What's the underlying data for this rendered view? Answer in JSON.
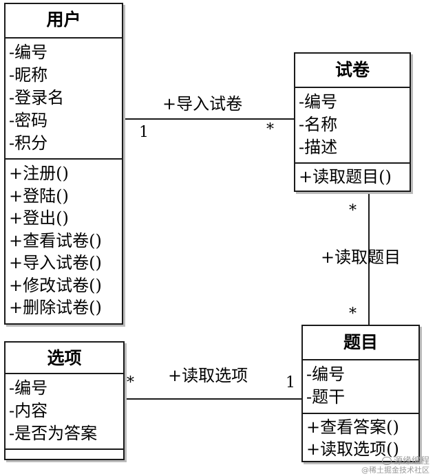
{
  "classes": {
    "user": {
      "name": "用户",
      "attributes": [
        "-编号",
        "-昵称",
        "-登录名",
        "-密码",
        "-积分"
      ],
      "methods": [
        "+注册()",
        "+登陆()",
        "+登出()",
        "+查看试卷()",
        "+导入试卷()",
        "+修改试卷()",
        "+删除试卷()"
      ]
    },
    "paper": {
      "name": "试卷",
      "attributes": [
        "-编号",
        "-名称",
        "-描述"
      ],
      "methods": [
        "+读取题目()"
      ]
    },
    "question": {
      "name": "题目",
      "attributes": [
        "-编号",
        "-题干"
      ],
      "methods": [
        "+查看答案()",
        "+读取选项()"
      ]
    },
    "option": {
      "name": "选项",
      "attributes": [
        "-编号",
        "-内容",
        "-是否为答案"
      ],
      "methods": []
    }
  },
  "associations": {
    "user_paper": {
      "label": "+导入试卷",
      "source_mult": "1",
      "target_mult": "*"
    },
    "paper_question": {
      "label": "+读取题目",
      "source_mult": "*",
      "target_mult": "*"
    },
    "option_question": {
      "label": "+读取选项",
      "source_mult": "*",
      "target_mult": "1"
    }
  },
  "watermark": {
    "line1": "源缘编程",
    "line2": "@稀土掘金技术社区"
  },
  "colors": {
    "stroke": "#1a1a1a",
    "shadow": "#bcbcbc",
    "watermark": "#9a9a9a"
  }
}
